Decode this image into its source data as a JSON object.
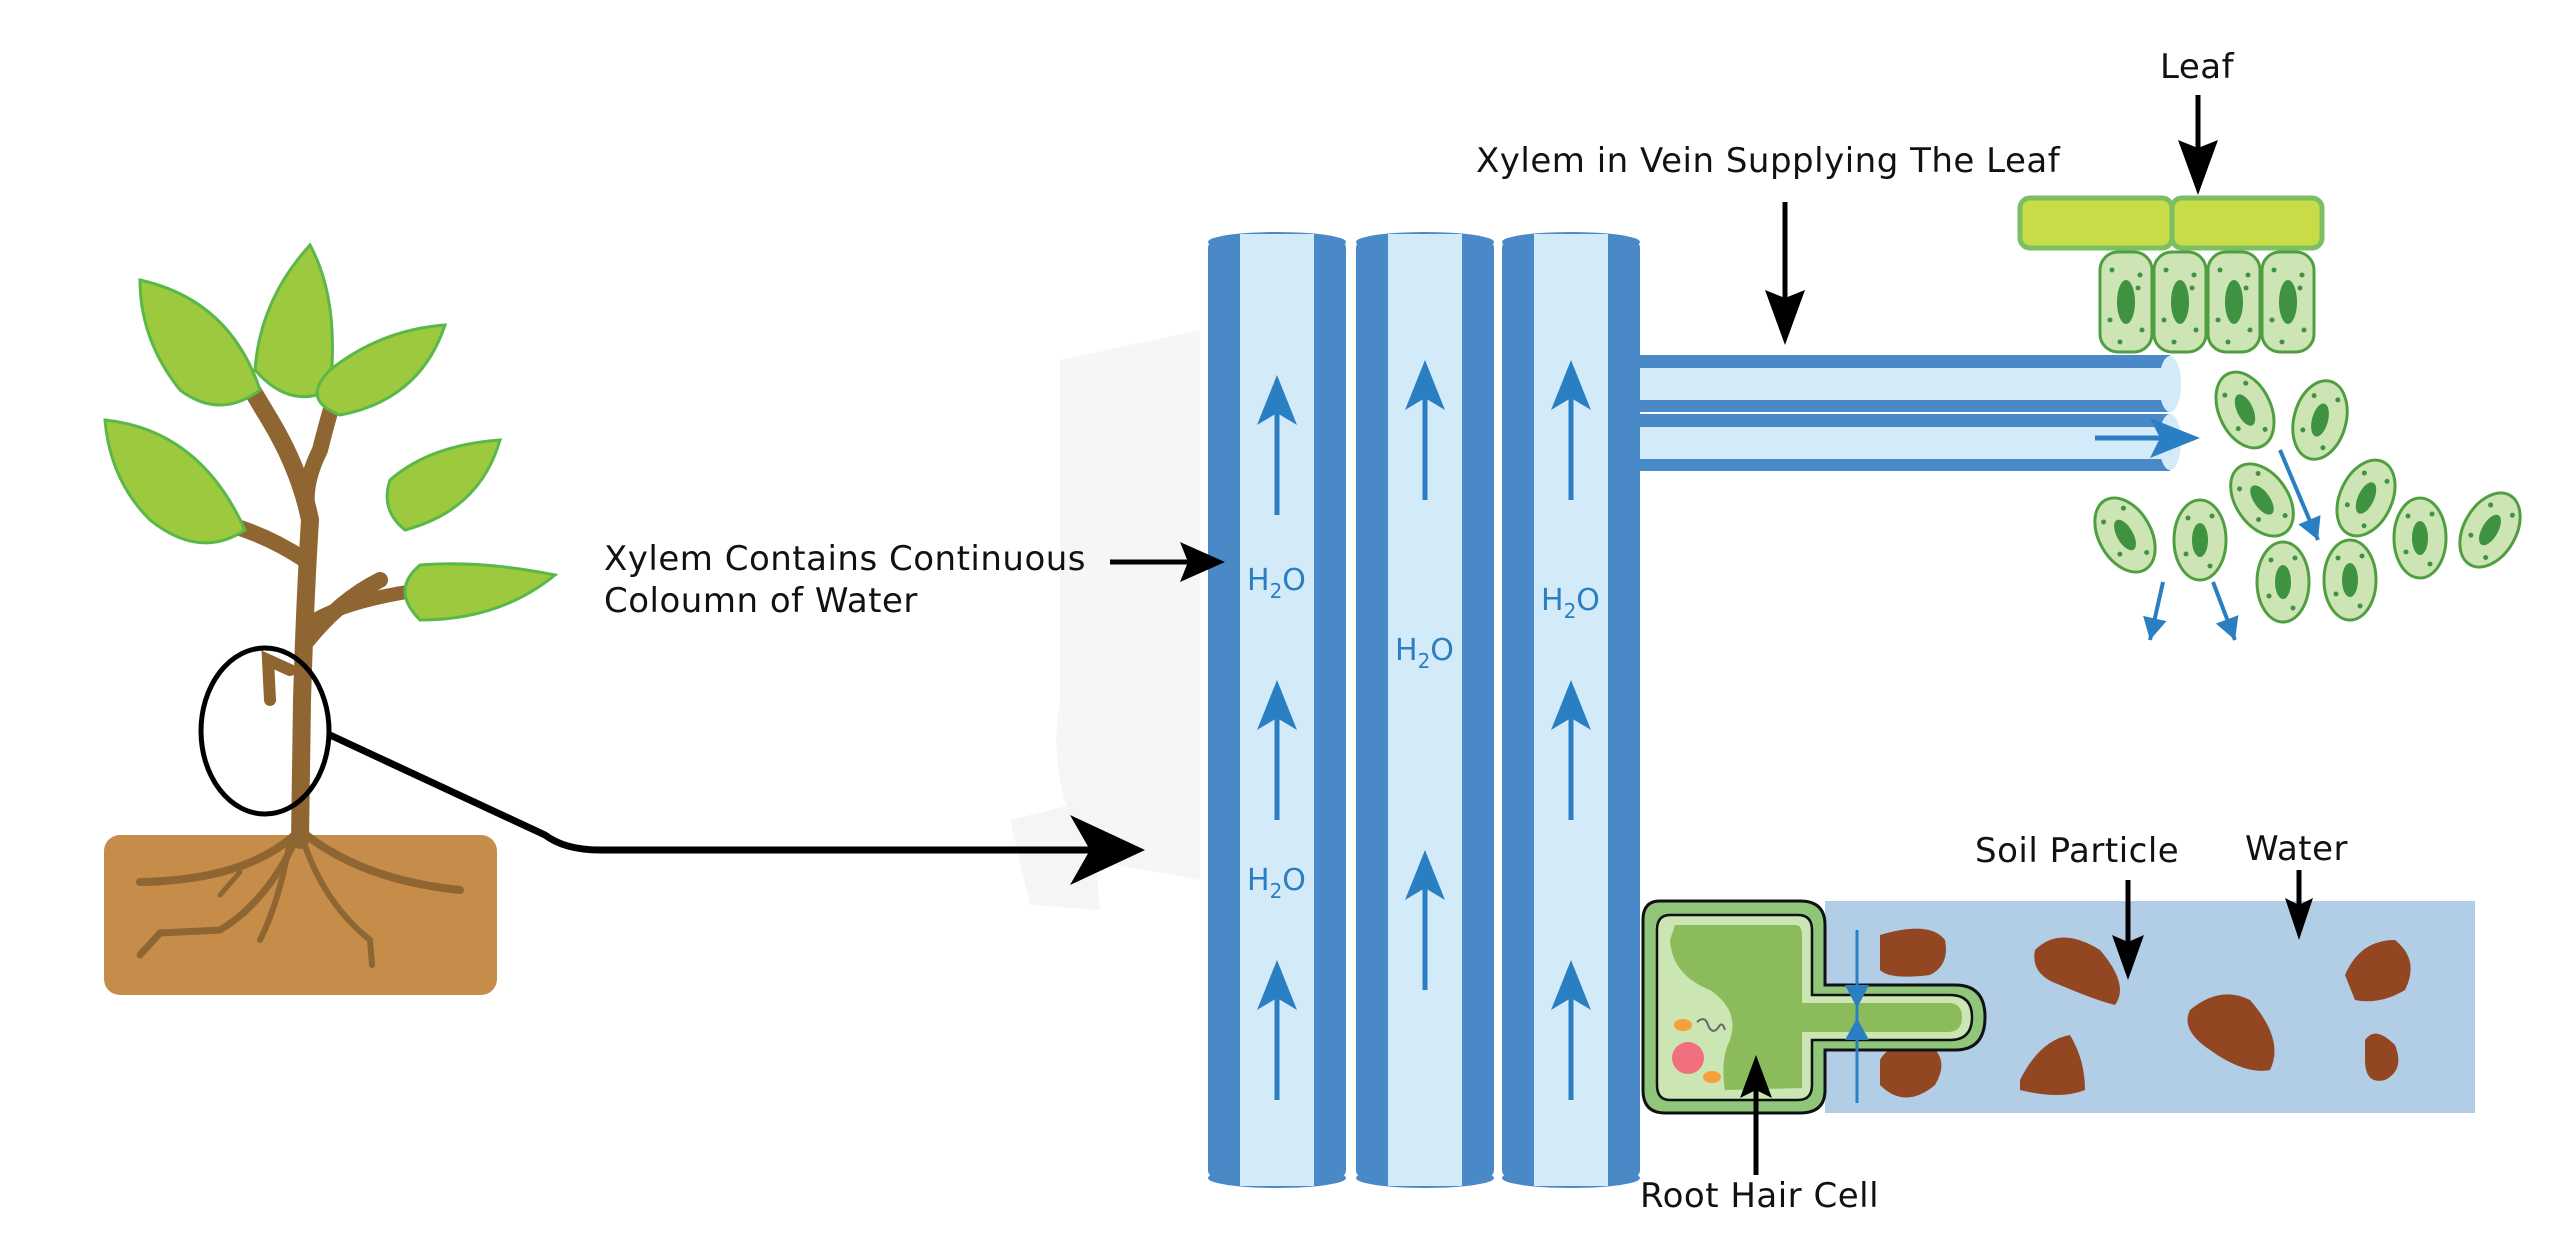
{
  "title": "Transport of water from root hair cell through xylem to leaf",
  "labels": {
    "xylem_column": [
      "Xylem Contains Continuous",
      "Coloumn of Water"
    ],
    "xylem_vein": "Xylem in Vein Supplying The Leaf",
    "leaf": "Leaf",
    "soil_particle": "Soil Particle",
    "water": "Water",
    "root_hair_cell": "Root Hair Cell"
  },
  "water_formula": {
    "base": "H",
    "sub": "2",
    "tail": "O"
  },
  "xylem_vessels": [
    {
      "name": "vessel-1",
      "h2o_count": 2,
      "arrow_count": 3
    },
    {
      "name": "vessel-2",
      "h2o_count": 1,
      "arrow_count": 2
    },
    {
      "name": "vessel-3",
      "h2o_count": 1,
      "arrow_count": 3
    }
  ],
  "vein_vessels": 2,
  "leaf": {
    "epidermis_cells": 2,
    "palisade_cells": 4,
    "spongy_cells": 10
  },
  "soil": {
    "particles": 7
  },
  "colors": {
    "xylem_wall": "#4a89c8",
    "xylem_lumen": "#d3eaf8",
    "flow_arrow": "#2a7fc3",
    "leaf_green": "#9cc93e",
    "leaf_vein": "#5ab848",
    "stem_brown": "#8f6532",
    "soil": "#c68c4a",
    "epidermis": "#c8dc48",
    "cell_fill": "#cde5b4",
    "cell_outline": "#4f9e40",
    "nucleus": "#3f923f",
    "soil_particle": "#934622",
    "soil_water": "#b2cde6",
    "root_cell_outer": "#8fc67a",
    "root_cytoplasm": "#8cbb5c",
    "root_vacuole_edge": "#cbe5b3",
    "cell_nucleus_pink": "#f0707f",
    "mitochondria": "#f5a03c"
  }
}
